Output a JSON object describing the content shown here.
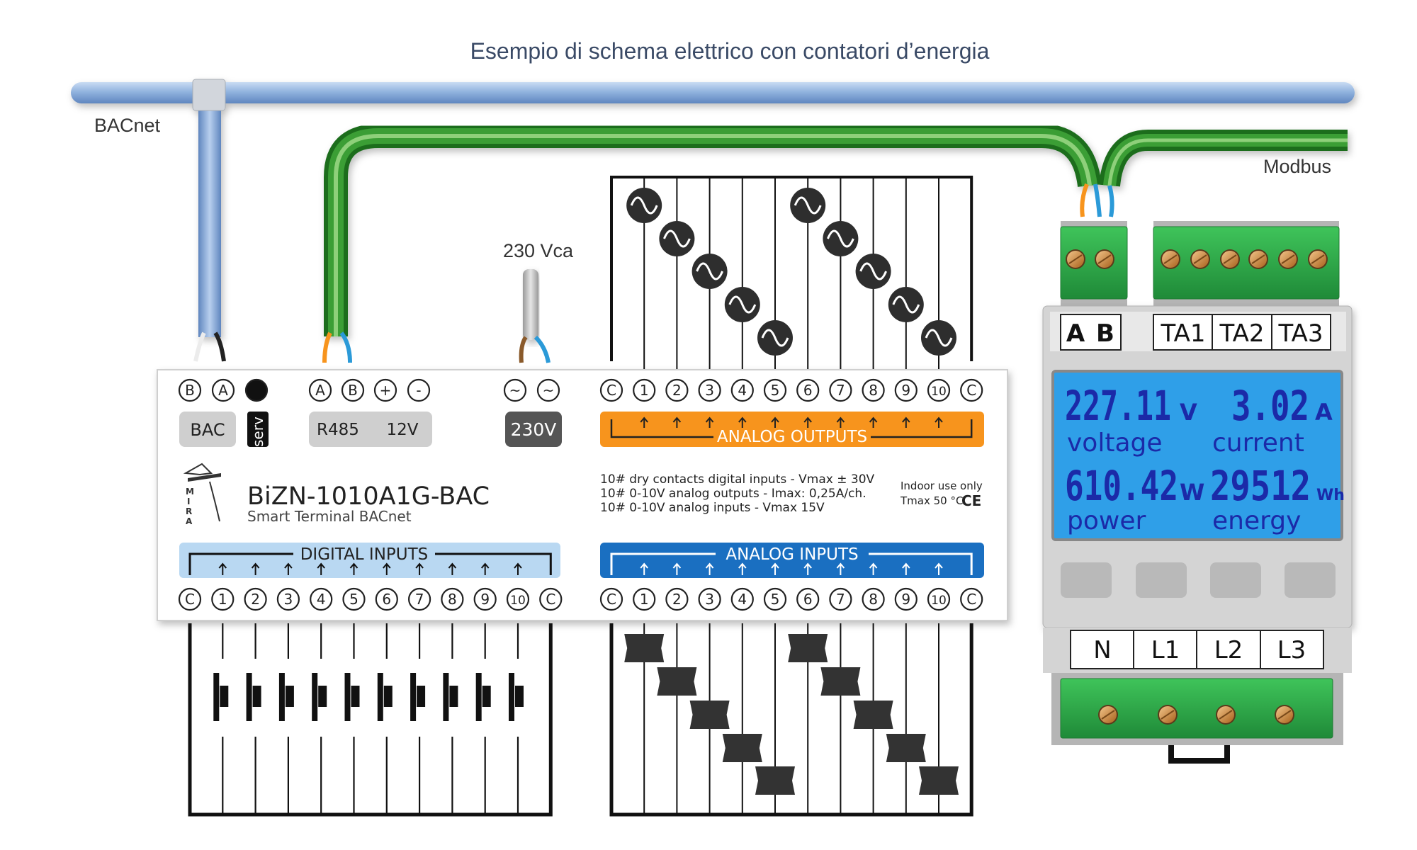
{
  "title": "Esempio di schema elettrico con contatori d’energia",
  "cables": {
    "bacnet_label": "BACnet",
    "modbus_label": "Modbus",
    "power_label": "230 Vca"
  },
  "module": {
    "model": "BiZN-1010A1G-BAC",
    "subtitle": "Smart Terminal BACnet",
    "logo_letters": [
      "M",
      "I",
      "R",
      "A"
    ],
    "top_terminals_bac": [
      "B",
      "A",
      "●"
    ],
    "top_terminals_485": [
      "A",
      "B",
      "+",
      "-"
    ],
    "top_terminals_power": [
      "~",
      "~"
    ],
    "label_bac": "BAC",
    "label_serv": "serv",
    "label_r485": "R485",
    "label_12v": "12V",
    "label_230v": "230V",
    "analog_outputs_title": "ANALOG OUTPUTS",
    "digital_inputs_title": "DIGITAL  INPUTS",
    "analog_inputs_title": "ANALOG  INPUTS",
    "channels": [
      "C",
      "1",
      "2",
      "3",
      "4",
      "5",
      "6",
      "7",
      "8",
      "9",
      "10",
      "C"
    ],
    "spec_lines": [
      "10# dry contacts digital inputs - Vmax ± 30V",
      "10# 0-10V analog outputs  - Imax: 0,25A/ch.",
      "10# 0-10V analog inputs - Vmax 15V"
    ],
    "indoor": "Indoor use only",
    "tmax": "Tmax 50 °C",
    "ce": "CE"
  },
  "meter": {
    "top_labels": [
      "A",
      "B",
      "TA1",
      "TA2",
      "TA3"
    ],
    "bottom_labels": [
      "N",
      "L1",
      "L2",
      "L3"
    ],
    "voltage_value": "227.11",
    "voltage_unit": "V",
    "current_value": "3.02",
    "current_unit": "A",
    "power_value": "610.42",
    "power_unit": "W",
    "energy_value": "29512",
    "energy_unit": "Wh",
    "voltage_label": "voltage",
    "current_label": "current",
    "power_label": "power",
    "energy_label": "energy"
  },
  "colors": {
    "bacnet_cable": "#8fb0d9",
    "modbus_cable": "#2e8b2e",
    "orange_bar": "#f7941d",
    "blue_bar": "#1a6fc1",
    "light_blue_bar": "#b9d8f2",
    "lcd_bg": "#2f9fe8",
    "lcd_text": "#1b2aa8",
    "terminal_green": "#2fa84a",
    "title_color": "#3a4a66"
  }
}
